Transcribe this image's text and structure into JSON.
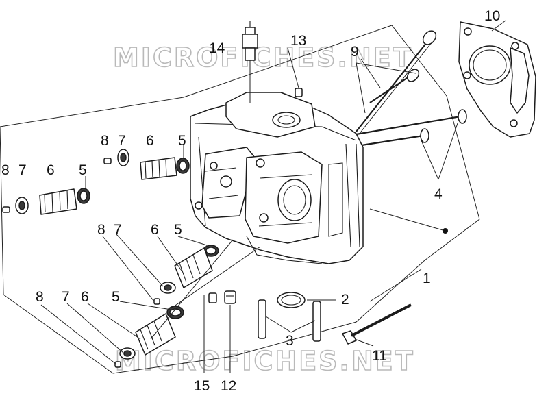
{
  "watermark": {
    "text_top": "MICROFICHES.NET",
    "text_bottom": "MICROFICHES.NET"
  },
  "callouts": {
    "n1": "1",
    "n2": "2",
    "n3": "3",
    "n4": "4",
    "n5a": "5",
    "n5b": "5",
    "n5c": "5",
    "n5d": "5",
    "n6a": "6",
    "n6b": "6",
    "n6c": "6",
    "n6d": "6",
    "n7a": "7",
    "n7b": "7",
    "n7c": "7",
    "n7d": "7",
    "n8a": "8",
    "n8b": "8",
    "n8c": "8",
    "n8d": "8",
    "n9": "9",
    "n10": "10",
    "n11": "11",
    "n12": "12",
    "n13": "13",
    "n14": "14",
    "n15": "15"
  },
  "colors": {
    "line": "#222222",
    "watermark": "#b9b9b9",
    "background": "#ffffff"
  }
}
